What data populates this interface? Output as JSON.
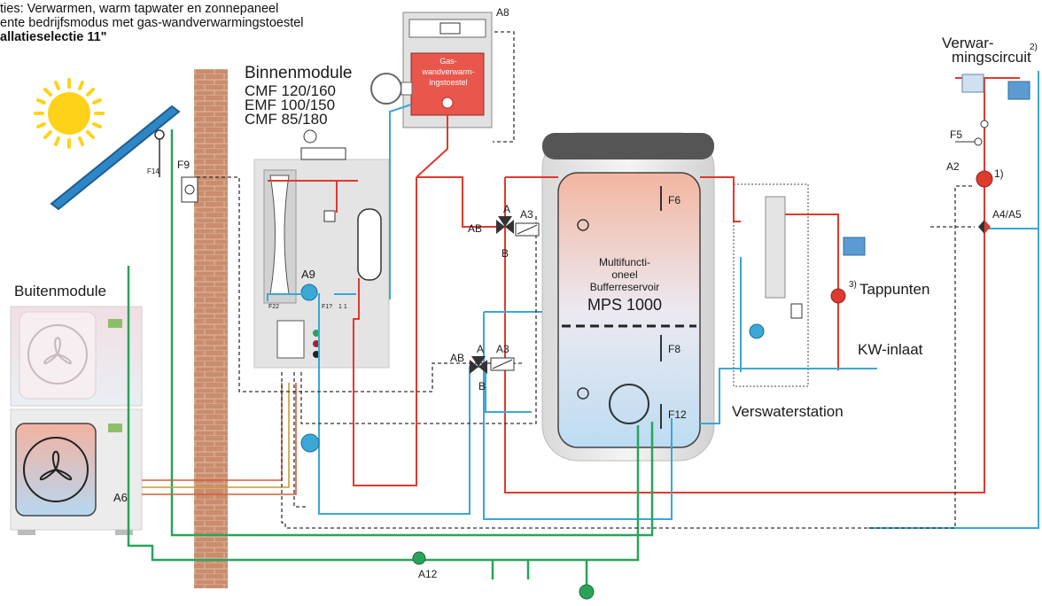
{
  "header": {
    "line1": "ties: Verwarmen, warm tapwater en zonnepaneel",
    "line2": "ente bedrijfsmodus met gas-wandverwarmingstoestel",
    "line3": "allatieselectie 11\""
  },
  "indoor_module": {
    "title": "Binnenmodule",
    "models": [
      "CMF 120/160",
      "EMF 100/150",
      "CMF 85/180"
    ],
    "small_labels": [
      "F22",
      "F1?",
      "1 1"
    ]
  },
  "outdoor_module": {
    "title": "Buitenmodule",
    "label": "A6"
  },
  "boiler": {
    "lines": [
      "Gas-",
      "wandverwarm-",
      "ingstoestel"
    ],
    "label": "A8"
  },
  "tank": {
    "lines": [
      "Multifuncti-",
      "oneel",
      "Bufferreservoir"
    ],
    "model": "MPS 1000",
    "sensors": [
      "F6",
      "F8",
      "F12"
    ]
  },
  "valves": {
    "upper": [
      "A",
      "A3",
      "AB",
      "B"
    ],
    "lower": [
      "A",
      "A3",
      "AB",
      "B"
    ]
  },
  "heating_circuit": {
    "title_line1": "Verwar-",
    "title_line2": "mingscircuit",
    "note": "2)",
    "labels": [
      "F5",
      "A2",
      "1)",
      "A4/A5"
    ]
  },
  "fresh_water": {
    "station": "Verswaterstation",
    "tap_note": "3)",
    "tap": "Tappunten",
    "inlet": "KW-inlaat"
  },
  "sensors": {
    "collector": "F14",
    "outdoor": "F9",
    "pump_a9": "A9",
    "pump_a12": "A12"
  },
  "colors": {
    "supply": "#e0392e",
    "return": "#3aa7d6",
    "solar": "#2aa35a",
    "control": "#333333",
    "brick": "#c9896a",
    "tank_top": "#f3b9a4",
    "tank_bottom": "#c4dff1"
  }
}
